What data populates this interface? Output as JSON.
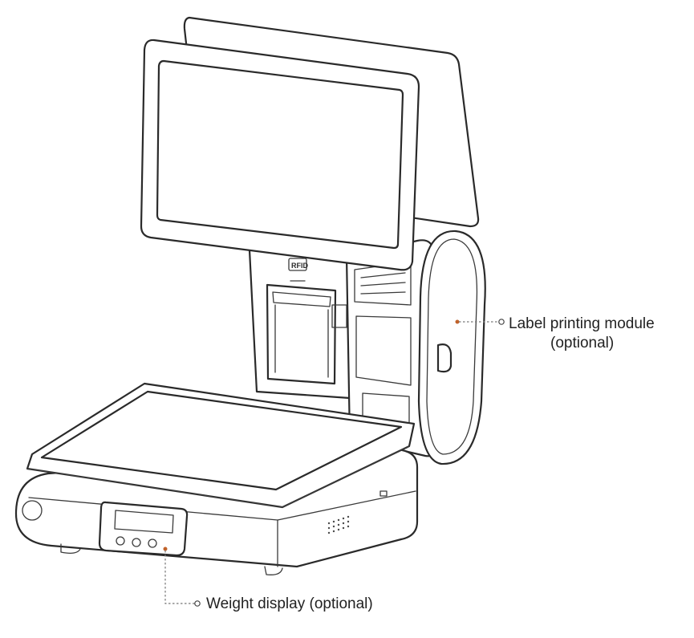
{
  "callouts": {
    "label_printing_line1": "Label printing module",
    "label_printing_line2": "(optional)",
    "weight_display": "Weight display (optional)"
  },
  "device_labels": {
    "rfid_badge": "RFID"
  },
  "colors": {
    "line": "#2a2a2a",
    "callout_dot": "#c0622a",
    "leader": "#777777",
    "text": "#222222"
  }
}
